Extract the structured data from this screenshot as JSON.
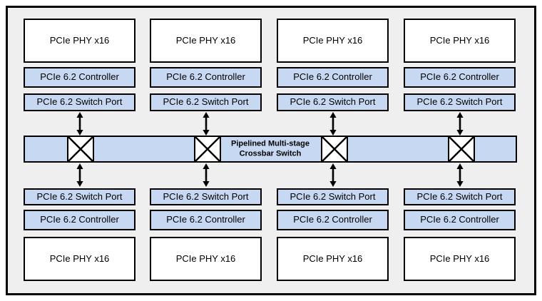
{
  "diagram": {
    "crossbar": {
      "label": "Pipelined Multi-stage\nCrossbar Switch",
      "node_icon": "crossbar-x-node",
      "node_count": 4
    },
    "columns": [
      {
        "top": {
          "phy": "PCIe PHY x16",
          "controller": "PCIe 6.2 Controller",
          "switch_port": "PCIe 6.2 Switch Port"
        },
        "bottom": {
          "switch_port": "PCIe 6.2 Switch Port",
          "controller": "PCIe 6.2 Controller",
          "phy": "PCIe PHY x16"
        }
      },
      {
        "top": {
          "phy": "PCIe PHY x16",
          "controller": "PCIe 6.2 Controller",
          "switch_port": "PCIe 6.2 Switch Port"
        },
        "bottom": {
          "switch_port": "PCIe 6.2 Switch Port",
          "controller": "PCIe 6.2 Controller",
          "phy": "PCIe PHY x16"
        }
      },
      {
        "top": {
          "phy": "PCIe PHY x16",
          "controller": "PCIe 6.2 Controller",
          "switch_port": "PCIe 6.2 Switch Port"
        },
        "bottom": {
          "switch_port": "PCIe 6.2 Switch Port",
          "controller": "PCIe 6.2 Controller",
          "phy": "PCIe PHY x16"
        }
      },
      {
        "top": {
          "phy": "PCIe PHY x16",
          "controller": "PCIe 6.2 Controller",
          "switch_port": "PCIe 6.2 Switch Port"
        },
        "bottom": {
          "switch_port": "PCIe 6.2 Switch Port",
          "controller": "PCIe 6.2 Controller",
          "phy": "PCIe PHY x16"
        }
      }
    ],
    "colors": {
      "box_blue": "#c7d9f2",
      "background": "#efefef",
      "border": "#000000",
      "phy_fill": "#ffffff"
    }
  }
}
